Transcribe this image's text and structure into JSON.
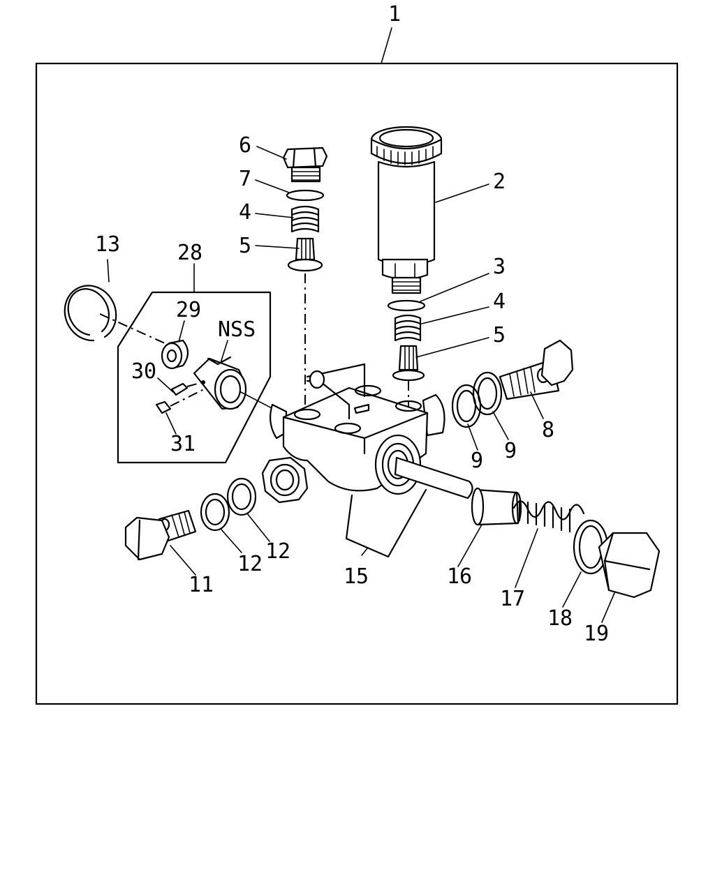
{
  "callouts": {
    "c1": "1",
    "c2": "2",
    "c3": "3",
    "c4a": "4",
    "c4b": "4",
    "c5a": "5",
    "c5b": "5",
    "c6": "6",
    "c7": "7",
    "c8": "8",
    "c9a": "9",
    "c9b": "9",
    "c11": "11",
    "c12a": "12",
    "c12b": "12",
    "c13": "13",
    "c15": "15",
    "c16": "16",
    "c17": "17",
    "c18": "18",
    "c19": "19",
    "c28": "28",
    "c29": "29",
    "c30": "30",
    "c31": "31",
    "nss": "NSS"
  }
}
